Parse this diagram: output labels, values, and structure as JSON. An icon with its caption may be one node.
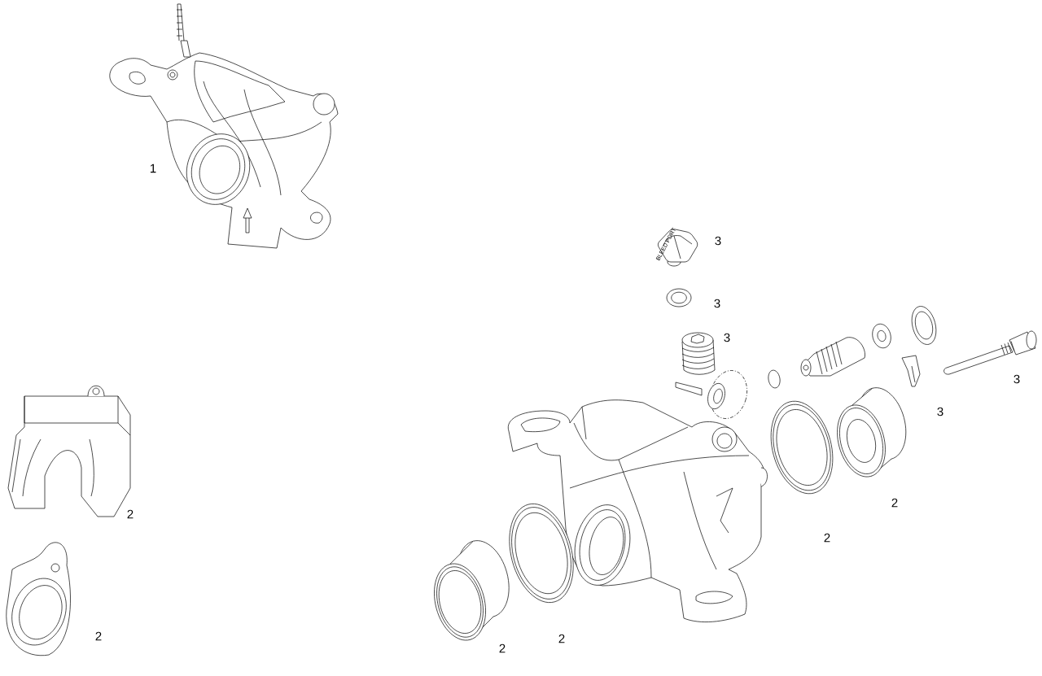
{
  "diagram": {
    "labels": [
      "1",
      "3",
      "BLEED PORT",
      "3",
      "3",
      "3",
      "3",
      "2",
      "2",
      "2",
      "2",
      "2",
      "2"
    ]
  }
}
